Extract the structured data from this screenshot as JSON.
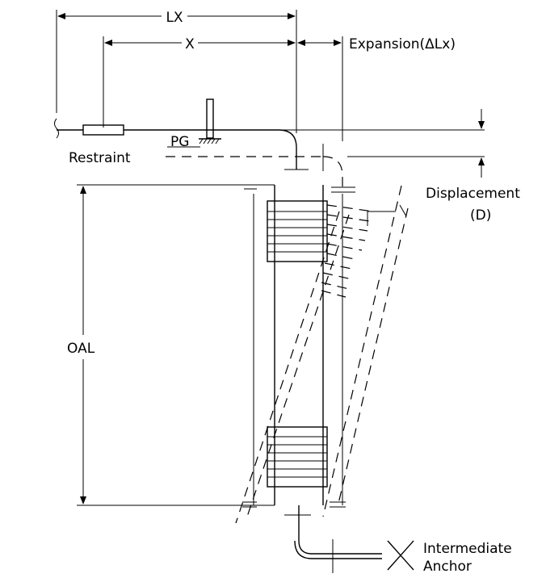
{
  "labels": {
    "lx": "LX",
    "x": "X",
    "expansion": "Expansion(ΔLx)",
    "restraint": "Restraint",
    "pg": "PG",
    "displacement": "Displacement",
    "displacement_symbol": "(D)",
    "oal": "OAL",
    "intermediate": "Intermediate",
    "anchor": "Anchor"
  },
  "colors": {
    "line": "#000000",
    "background": "#ffffff"
  }
}
